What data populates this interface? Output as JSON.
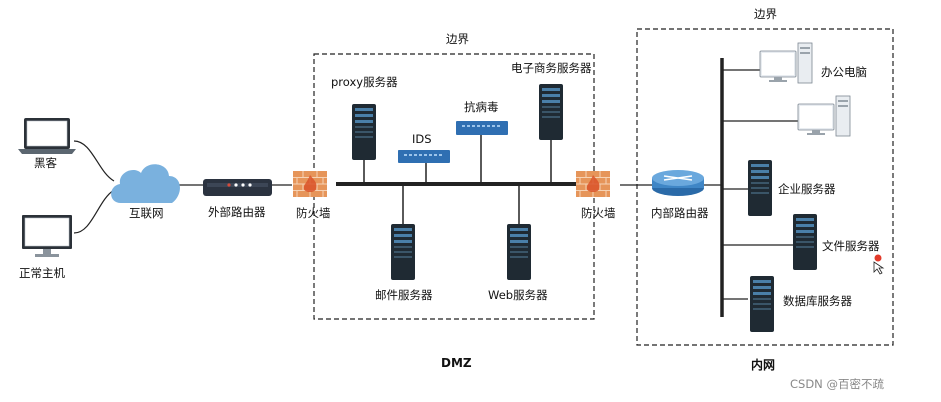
{
  "zones": {
    "dmz_border_label": "边界",
    "dmz_label": "DMZ",
    "internal_border_label": "边界",
    "internal_label": "内网"
  },
  "nodes": {
    "hacker": "黑客",
    "normal_host": "正常主机",
    "internet": "互联网",
    "external_router": "外部路由器",
    "firewall_outer": "防火墙",
    "proxy_server": "proxy服务器",
    "ids": "IDS",
    "antivirus": "抗病毒",
    "ecommerce_server": "电子商务服务器",
    "mail_server": "邮件服务器",
    "web_server": "Web服务器",
    "firewall_inner": "防火墙",
    "internal_router": "内部路由器",
    "office_pc": "办公电脑",
    "enterprise_server": "企业服务器",
    "file_server": "文件服务器",
    "database_server": "数据库服务器"
  },
  "watermark": "CSDN @百密不疏",
  "colors": {
    "cloud": "#7ab1de",
    "server": "#1f2a33",
    "firewall": "#e0884a",
    "router": "#3f86c6",
    "switch": "#2f6fb2",
    "line": "#222222"
  }
}
